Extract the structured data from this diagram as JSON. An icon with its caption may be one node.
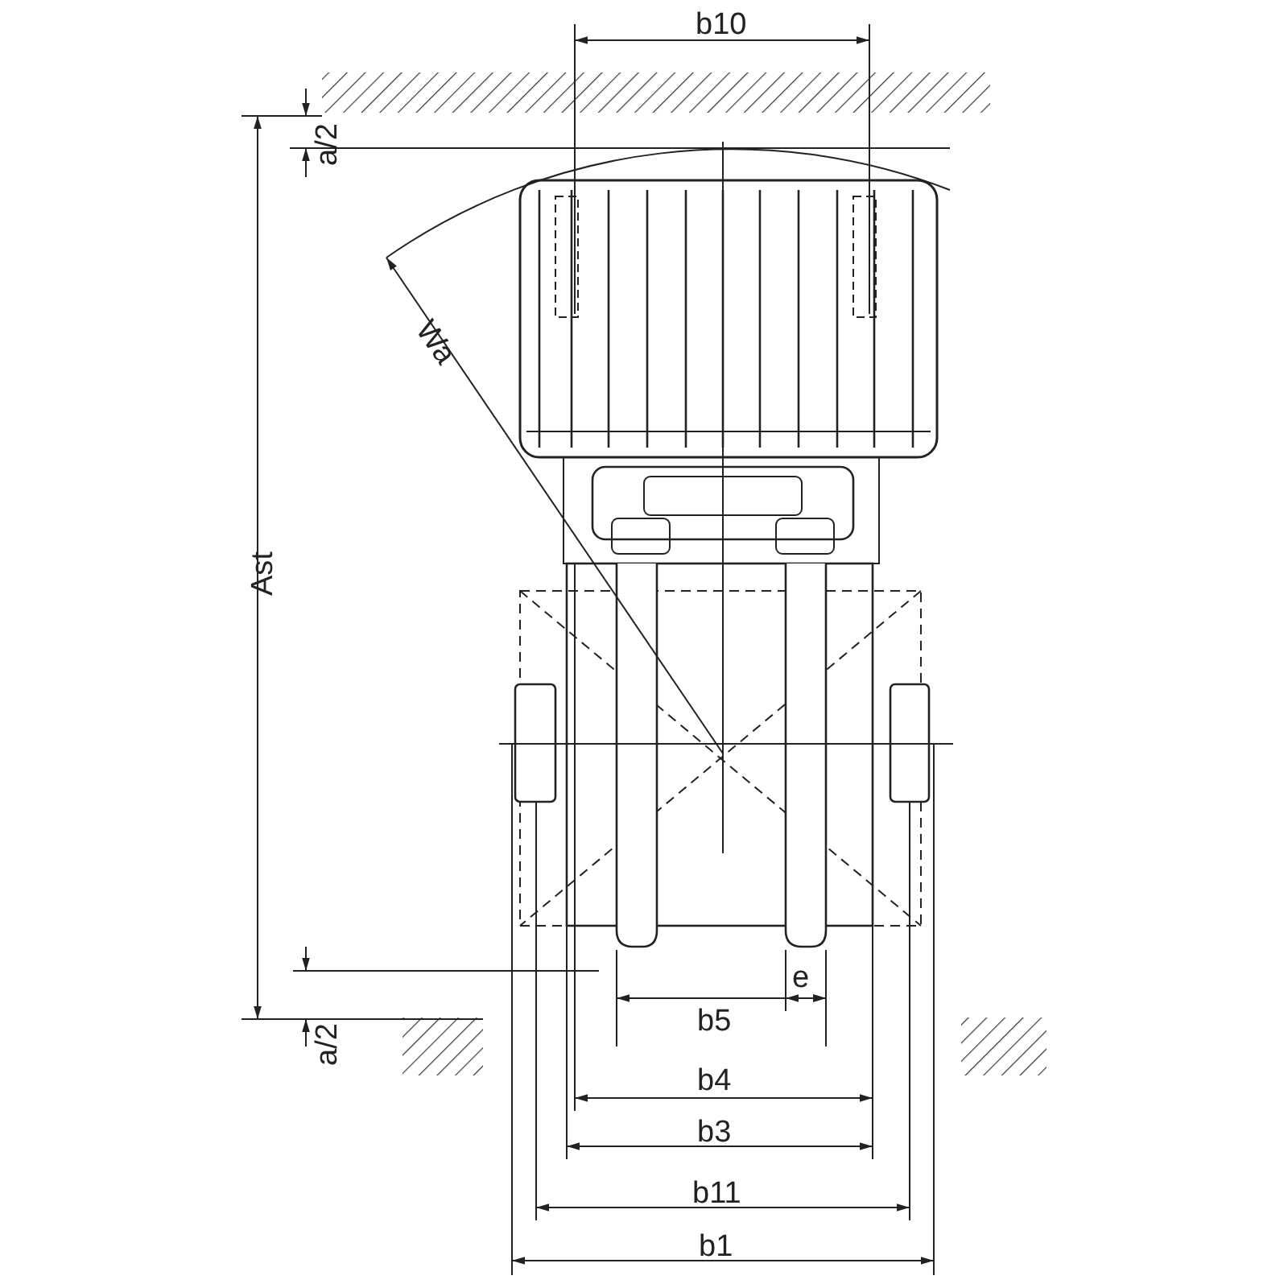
{
  "diagram": {
    "labels": [
      "b10",
      "a/2",
      "Wa",
      "Ast",
      "e",
      "b5",
      "a/2",
      "b4",
      "b3",
      "b11",
      "b1"
    ]
  }
}
